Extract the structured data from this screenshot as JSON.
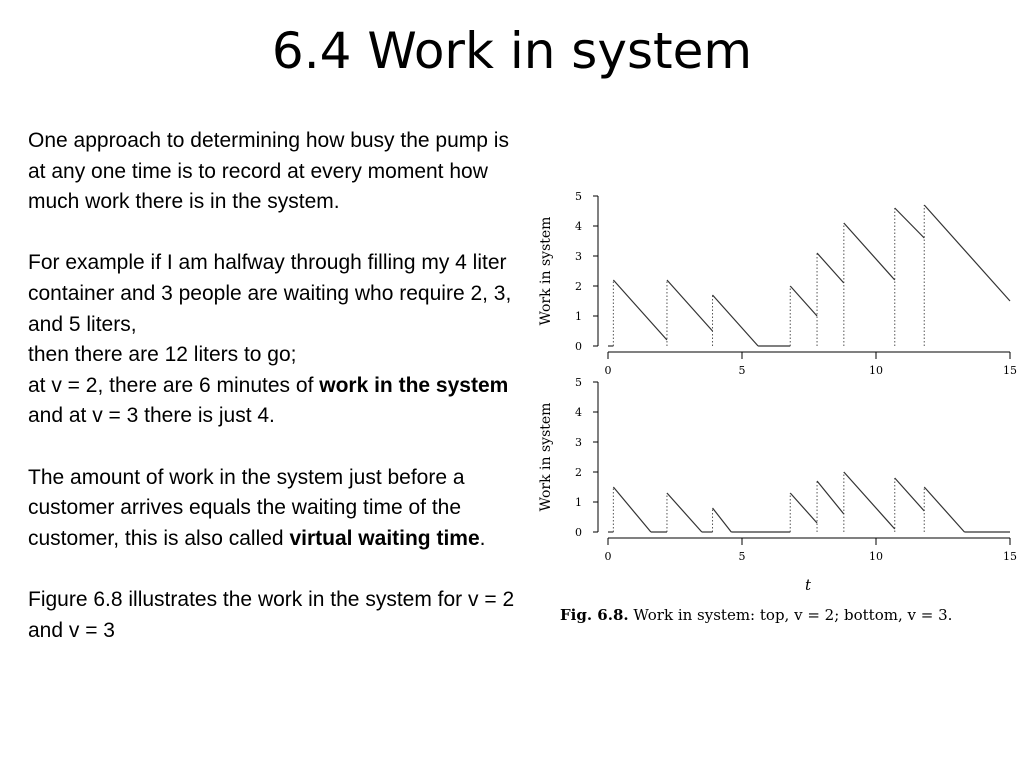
{
  "slide": {
    "title": "6.4 Work in system",
    "p1": "One approach to determining how busy the pump is at any one time is to record at every moment how much work there is in the system.",
    "p2_lines": [
      "For example if I am halfway through filling my 4 liter container and 3 people are waiting who require 2, 3, and 5 liters,",
      "then there are 12 liters to go;"
    ],
    "p2_last_before": "at v = 2, there are 6 minutes of ",
    "p2_last_bold": "work in the system",
    "p2_last_after": " and at v = 3 there is just 4.",
    "p3_before": "The amount of work in the system just before a customer arrives equals the waiting time of the customer, this is also called ",
    "p3_bold": "virtual waiting time",
    "p3_after": ".",
    "p4": "Figure 6.8 illustrates the work in the system for v = 2 and v = 3"
  },
  "figure": {
    "caption_label": "Fig. 6.8.",
    "caption_text": " Work in system: top, v = 2; bottom, v = 3.",
    "xlabel": "t"
  },
  "chart_data": [
    {
      "type": "line",
      "panel": "top",
      "ylabel": "Work in system",
      "xlim": [
        0,
        15
      ],
      "ylim": [
        0,
        5
      ],
      "xticks": [
        0,
        5,
        10,
        15
      ],
      "yticks": [
        0,
        1,
        2,
        3,
        4,
        5
      ],
      "points": [
        [
          0,
          0
        ],
        [
          0.2,
          0
        ],
        [
          0.2,
          2.2
        ],
        [
          2.2,
          0.2
        ],
        [
          2.2,
          2.2
        ],
        [
          3.9,
          0.5
        ],
        [
          3.9,
          1.7
        ],
        [
          5.6,
          0
        ],
        [
          6.8,
          0
        ],
        [
          6.8,
          2.0
        ],
        [
          7.8,
          1.0
        ],
        [
          7.8,
          3.1
        ],
        [
          8.8,
          2.1
        ],
        [
          8.8,
          4.1
        ],
        [
          10.7,
          2.2
        ],
        [
          10.7,
          4.6
        ],
        [
          11.8,
          3.6
        ],
        [
          11.8,
          4.7
        ],
        [
          15,
          1.5
        ]
      ],
      "arrivals": [
        0.2,
        2.2,
        3.9,
        6.8,
        7.8,
        8.8,
        10.7,
        11.8
      ]
    },
    {
      "type": "line",
      "panel": "bottom",
      "ylabel": "Work in system",
      "xlabel": "t",
      "xlim": [
        0,
        15
      ],
      "ylim": [
        0,
        5
      ],
      "xticks": [
        0,
        5,
        10,
        15
      ],
      "yticks": [
        0,
        1,
        2,
        3,
        4,
        5
      ],
      "points": [
        [
          0,
          0
        ],
        [
          0.2,
          0
        ],
        [
          0.2,
          1.5
        ],
        [
          1.6,
          0
        ],
        [
          2.2,
          0
        ],
        [
          2.2,
          1.3
        ],
        [
          3.5,
          0
        ],
        [
          3.9,
          0
        ],
        [
          3.9,
          0.8
        ],
        [
          4.6,
          0
        ],
        [
          6.8,
          0
        ],
        [
          6.8,
          1.3
        ],
        [
          7.8,
          0.3
        ],
        [
          7.8,
          1.7
        ],
        [
          8.8,
          0.6
        ],
        [
          8.8,
          2.0
        ],
        [
          10.7,
          0.1
        ],
        [
          10.7,
          1.8
        ],
        [
          11.8,
          0.7
        ],
        [
          11.8,
          1.5
        ],
        [
          13.3,
          0
        ],
        [
          15,
          0
        ]
      ],
      "arrivals": [
        0.2,
        2.2,
        3.9,
        6.8,
        7.8,
        8.8,
        10.7,
        11.8
      ]
    }
  ]
}
